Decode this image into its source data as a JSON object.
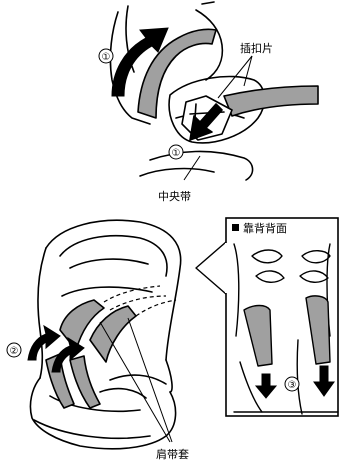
{
  "labels": {
    "buckle_tongue": "插扣片",
    "center_strap": "中央带",
    "seatback_rear": "靠背背面",
    "shoulder_pad": "肩带套"
  },
  "step_markers": {
    "step1_top": "①",
    "step1_bottom": "①",
    "step2": "②",
    "step3": "③"
  },
  "colors": {
    "line": "#000000",
    "strap_fill": "#a0a0a0",
    "background": "#ffffff"
  }
}
